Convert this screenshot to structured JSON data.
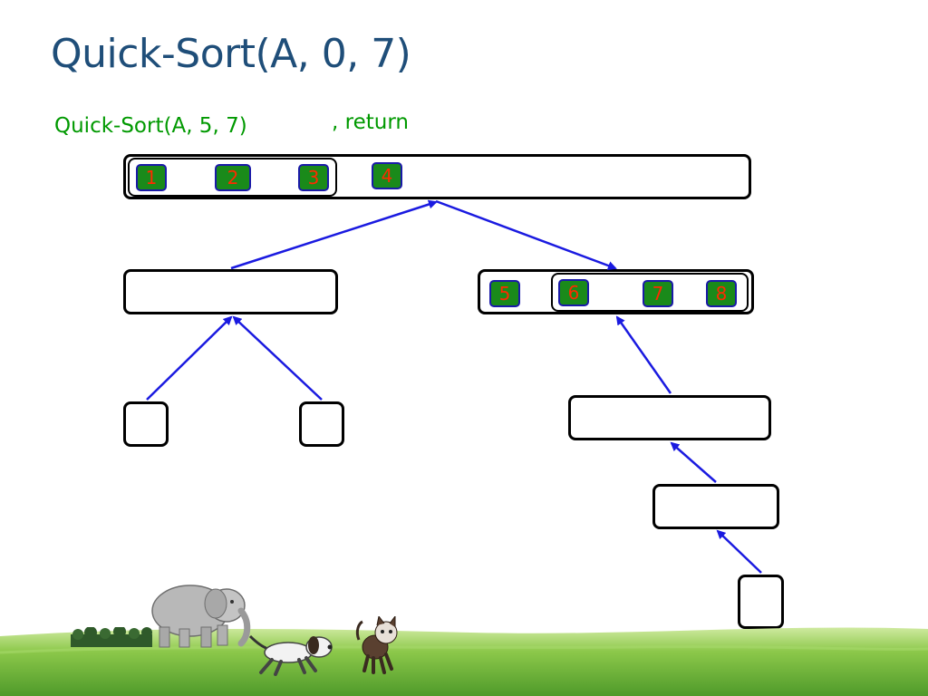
{
  "slide": {
    "title": "Quick-Sort(A, 0, 7)",
    "subtitle_call": "Quick-Sort(A, 5, 7)",
    "subtitle_return": ", return"
  },
  "cells": {
    "c1": "1",
    "c2": "2",
    "c3": "3",
    "c4": "4",
    "c5": "5",
    "c6": "6",
    "c7": "7",
    "c8": "8"
  },
  "colors": {
    "title": "#1f4e79",
    "subtitle": "#009900",
    "cell_fill": "#1a8a1a",
    "cell_border": "#1a1aa8",
    "cell_text": "#ff2a00",
    "arrow": "#1a1ae0"
  }
}
